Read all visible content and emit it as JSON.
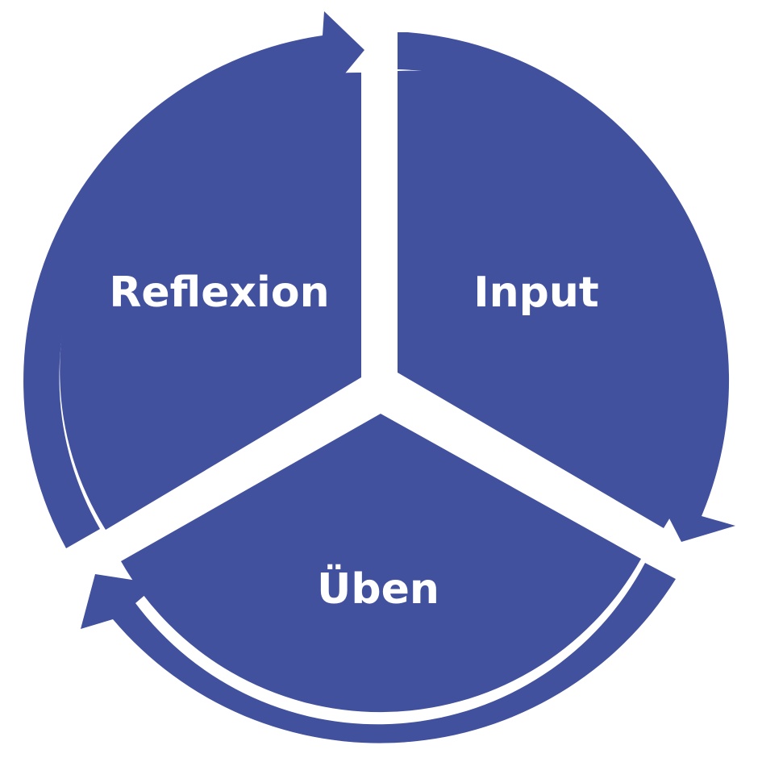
{
  "diagram": {
    "type": "cycle",
    "segments": [
      {
        "id": "input",
        "label": "Input"
      },
      {
        "id": "ueben",
        "label": "Üben"
      },
      {
        "id": "reflexion",
        "label": "Reflexion"
      }
    ],
    "flow": [
      "Input",
      "Üben",
      "Reflexion",
      "Input"
    ],
    "direction": "clockwise"
  },
  "colors": {
    "segment_fill": "#42519e",
    "arrow_fill": "#42519e",
    "label_text": "#ffffff",
    "background": "#ffffff"
  }
}
